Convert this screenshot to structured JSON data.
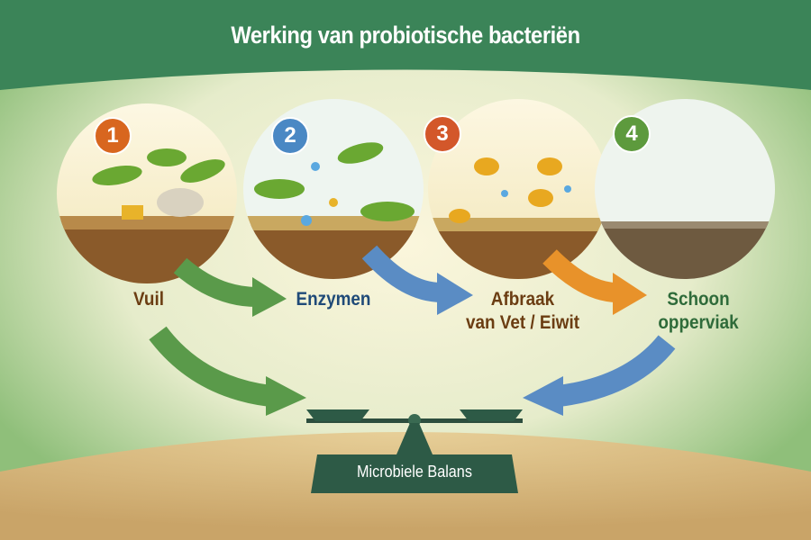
{
  "title": "Werking van probiotische bacteriën",
  "steps": [
    {
      "number": "1",
      "label": "Vuil",
      "color": "#d8661f"
    },
    {
      "number": "2",
      "label": "Enzymen",
      "color": "#4a88c4"
    },
    {
      "number": "3",
      "label_line1": "Afbraak",
      "label_line2": "van Vet / Eiwit",
      "color": "#d3572a"
    },
    {
      "number": "4",
      "label_line1": "Schoon",
      "label_line2": "opperviak",
      "color": "#5d9a3d"
    }
  ],
  "balance": {
    "label": "Microbiele Balans"
  },
  "colors": {
    "header": "#3b8458",
    "label_brown": "#6b3d12",
    "label_blue": "#1f4a78",
    "label_green": "#2f6b3a"
  }
}
